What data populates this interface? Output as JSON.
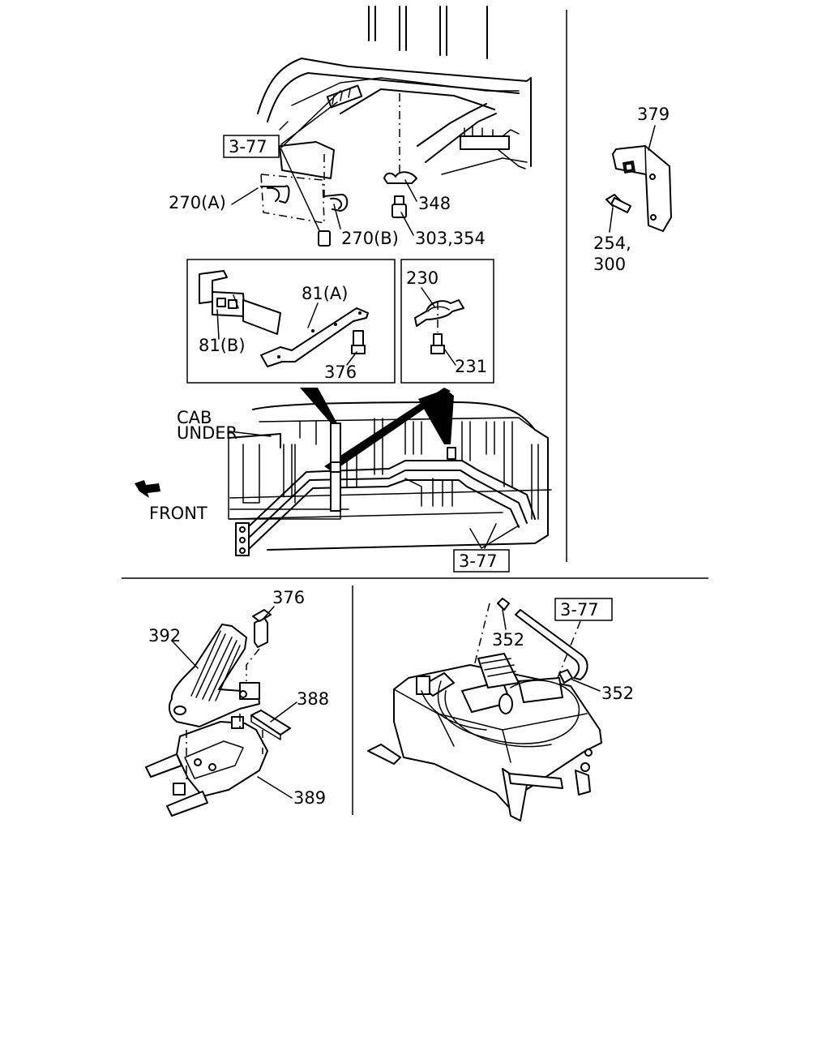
{
  "labels": {
    "ref_3_77": "3-77",
    "p270a": "270(A)",
    "p270b": "270(B)",
    "p348": "348",
    "p303_354": "303,354",
    "p379": "379",
    "p254": "254,",
    "p300": "300",
    "p81a": "81(A)",
    "p81b": "81(B)",
    "p376": "376",
    "p230": "230",
    "p231": "231",
    "cab": "CAB",
    "under": "UNDER",
    "front": "FRONT",
    "p392": "392",
    "p388": "388",
    "p389": "389",
    "p352": "352"
  }
}
